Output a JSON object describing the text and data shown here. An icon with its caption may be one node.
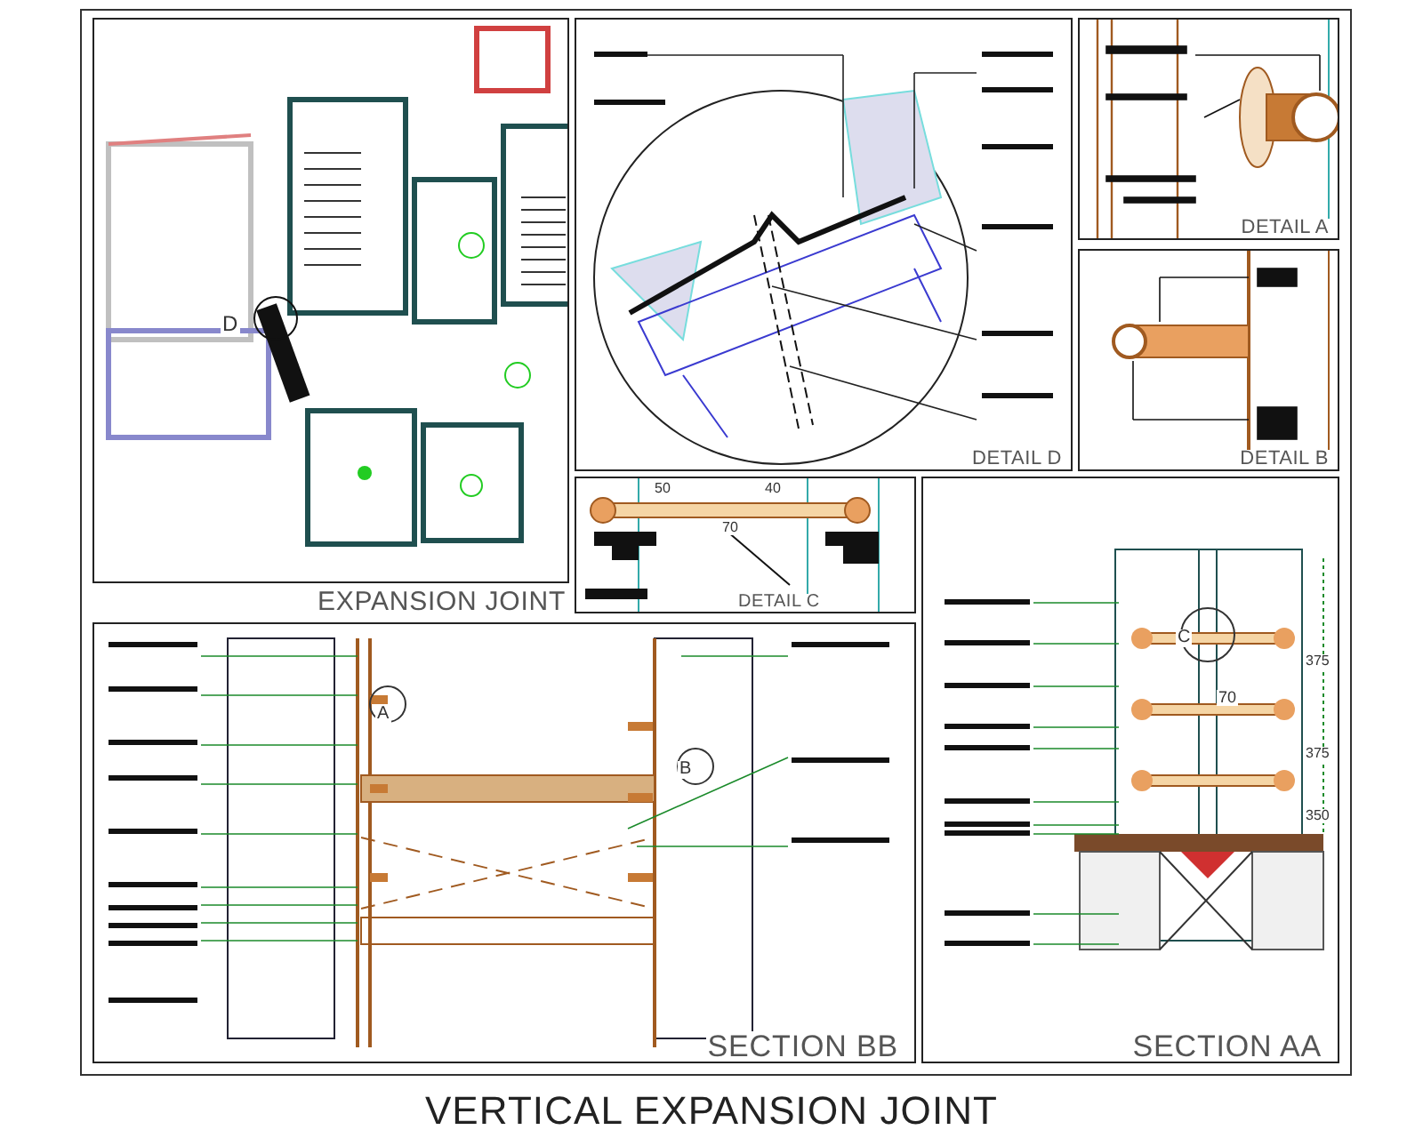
{
  "diagram": {
    "title": "VERTICAL EXPANSION JOINT",
    "nodes": [
      {
        "text": [
          "EXPANSION JOINT"
        ]
      },
      {
        "text": [
          "DETAIL D"
        ]
      },
      {
        "text": [
          "DETAIL A"
        ]
      },
      {
        "text": [
          "DETAIL B"
        ]
      },
      {
        "text": [
          "DETAIL C"
        ]
      },
      {
        "text": [
          "SECTION BB"
        ]
      },
      {
        "text": [
          "SECTION AA"
        ]
      }
    ],
    "labels": [
      "D",
      "50",
      "40",
      "70",
      "A",
      "B",
      "C",
      "70",
      "375",
      "375",
      "350"
    ]
  }
}
